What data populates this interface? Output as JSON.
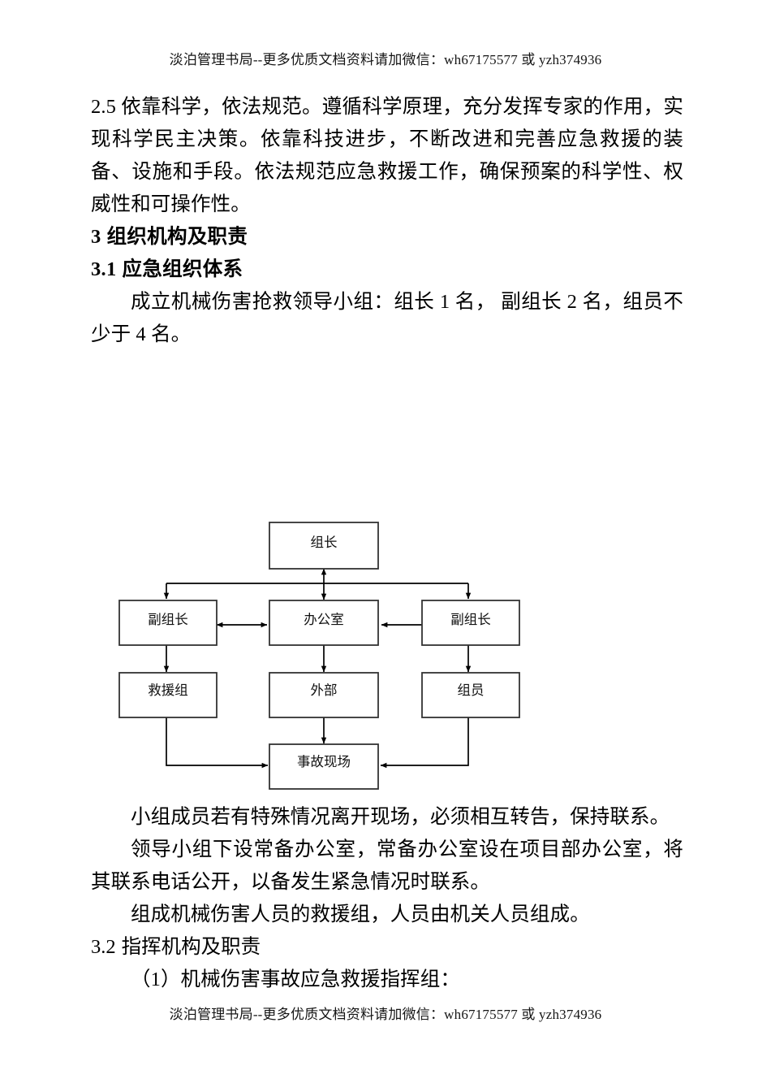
{
  "page": {
    "running_head": "淡泊管理书局--更多优质文档资料请加微信：wh67175577 或 yzh374936",
    "running_foot": "淡泊管理书局--更多优质文档资料请加微信：wh67175577 或 yzh374936"
  },
  "content": {
    "para_2_5": "2.5 依靠科学，依法规范。遵循科学原理，充分发挥专家的作用，实现科学民主决策。依靠科技进步，不断改进和完善应急救援的装备、设施和手段。依法规范应急救援工作，确保预案的科学性、权威性和可操作性。",
    "heading_3": {
      "num": "3",
      "text": "组织机构及职责"
    },
    "heading_3_1": {
      "num": "3.1",
      "text": "应急组织体系"
    },
    "para_3_1_body": "成立机械伤害抢救领导小组：组长 1 名， 副组长 2 名，组员不少于 4 名。",
    "para_after_chart_1": "小组成员若有特殊情况离开现场，必须相互转告，保持联系。",
    "para_after_chart_2": "领导小组下设常备办公室，常备办公室设在项目部办公室，将其联系电话公开，以备发生紧急情况时联系。",
    "para_after_chart_3": "组成机械伤害人员的救援组，人员由机关人员组成。",
    "heading_3_2": {
      "num": "3.2",
      "text": "指挥机构及职责"
    },
    "para_3_2_item_1": "（1）机械伤害事故应急救援指挥组："
  },
  "org_chart": {
    "type": "flowchart",
    "stroke_color": "#000000",
    "box_fill": "#ffffff",
    "nodes": [
      {
        "id": "leader",
        "label": "组长",
        "row": 0,
        "col": 1
      },
      {
        "id": "deputy_l",
        "label": "副组长",
        "row": 1,
        "col": 0
      },
      {
        "id": "office",
        "label": "办公室",
        "row": 1,
        "col": 1
      },
      {
        "id": "deputy_r",
        "label": "副组长",
        "row": 1,
        "col": 2
      },
      {
        "id": "rescue",
        "label": "救援组",
        "row": 2,
        "col": 0
      },
      {
        "id": "external",
        "label": "外部",
        "row": 2,
        "col": 1
      },
      {
        "id": "member",
        "label": "组员",
        "row": 2,
        "col": 2
      },
      {
        "id": "scene",
        "label": "事故现场",
        "row": 3,
        "col": 1
      }
    ],
    "edges": [
      {
        "from": "leader",
        "to": "office",
        "style": "double-arrow-vertical"
      },
      {
        "from": "leader",
        "to": "deputy_l",
        "style": "elbow-arrow"
      },
      {
        "from": "leader",
        "to": "deputy_r",
        "style": "elbow-arrow"
      },
      {
        "from": "deputy_l",
        "to": "office",
        "style": "double-arrow-horizontal"
      },
      {
        "from": "office",
        "to": "deputy_r",
        "style": "double-arrow-horizontal"
      },
      {
        "from": "deputy_l",
        "to": "rescue",
        "style": "arrow-down"
      },
      {
        "from": "office",
        "to": "external",
        "style": "arrow-down"
      },
      {
        "from": "deputy_r",
        "to": "member",
        "style": "arrow-down"
      },
      {
        "from": "rescue",
        "to": "scene",
        "style": "elbow-arrow-right"
      },
      {
        "from": "external",
        "to": "scene",
        "style": "arrow-down"
      },
      {
        "from": "member",
        "to": "scene",
        "style": "elbow-arrow-left"
      }
    ]
  }
}
